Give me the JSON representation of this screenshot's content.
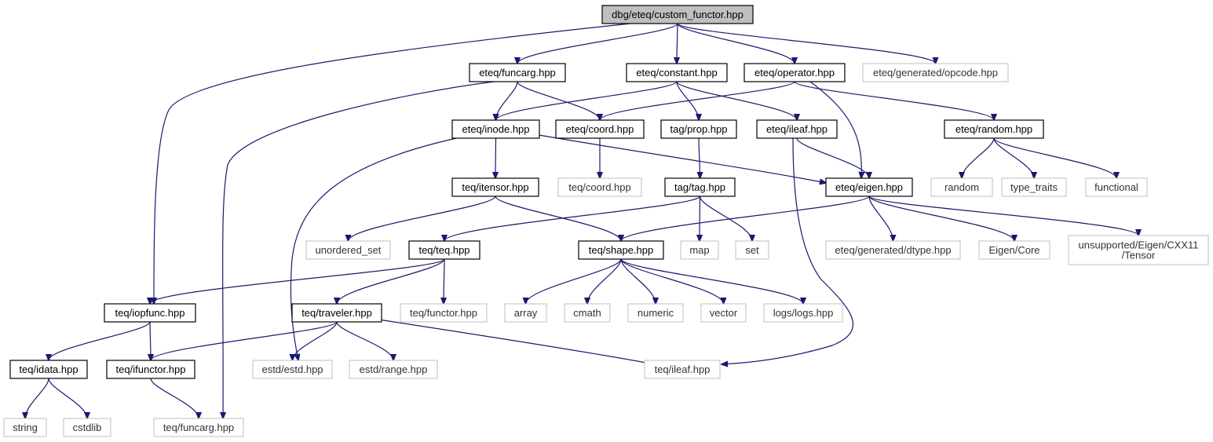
{
  "colors": {
    "edge": "#191970",
    "node_border": "#000000",
    "external_border": "#bfbfbf",
    "root_fill": "#bfbfbf",
    "background": "#ffffff"
  },
  "nodes": [
    {
      "id": "root",
      "label": "dbg/eteq/custom_functor.hpp",
      "kind": "root"
    },
    {
      "id": "funcarg",
      "label": "eteq/funcarg.hpp",
      "kind": "internal"
    },
    {
      "id": "constant",
      "label": "eteq/constant.hpp",
      "kind": "internal"
    },
    {
      "id": "operator",
      "label": "eteq/operator.hpp",
      "kind": "internal"
    },
    {
      "id": "opcode",
      "label": "eteq/generated/opcode.hpp",
      "kind": "external"
    },
    {
      "id": "inode",
      "label": "eteq/inode.hpp",
      "kind": "internal"
    },
    {
      "id": "coord",
      "label": "eteq/coord.hpp",
      "kind": "internal"
    },
    {
      "id": "prop",
      "label": "tag/prop.hpp",
      "kind": "internal"
    },
    {
      "id": "ileaf",
      "label": "eteq/ileaf.hpp",
      "kind": "internal"
    },
    {
      "id": "random_hpp",
      "label": "eteq/random.hpp",
      "kind": "internal"
    },
    {
      "id": "teq_coord",
      "label": "teq/coord.hpp",
      "kind": "external"
    },
    {
      "id": "itensor",
      "label": "teq/itensor.hpp",
      "kind": "internal"
    },
    {
      "id": "tag",
      "label": "tag/tag.hpp",
      "kind": "internal"
    },
    {
      "id": "eigen",
      "label": "eteq/eigen.hpp",
      "kind": "internal"
    },
    {
      "id": "random",
      "label": "random",
      "kind": "external"
    },
    {
      "id": "type_traits",
      "label": "type_traits",
      "kind": "external"
    },
    {
      "id": "functional",
      "label": "functional",
      "kind": "external"
    },
    {
      "id": "unordered_set",
      "label": "unordered_set",
      "kind": "external"
    },
    {
      "id": "teq",
      "label": "teq/teq.hpp",
      "kind": "internal"
    },
    {
      "id": "shape",
      "label": "teq/shape.hpp",
      "kind": "internal"
    },
    {
      "id": "map",
      "label": "map",
      "kind": "external"
    },
    {
      "id": "set",
      "label": "set",
      "kind": "external"
    },
    {
      "id": "dtype",
      "label": "eteq/generated/dtype.hpp",
      "kind": "external"
    },
    {
      "id": "eigencore",
      "label": "Eigen/Core",
      "kind": "external"
    },
    {
      "id": "tensor",
      "label": "unsupported/Eigen/CXX11\n/Tensor",
      "kind": "external"
    },
    {
      "id": "iopfunc",
      "label": "teq/iopfunc.hpp",
      "kind": "internal"
    },
    {
      "id": "traveler",
      "label": "teq/traveler.hpp",
      "kind": "internal"
    },
    {
      "id": "teq_functor",
      "label": "teq/functor.hpp",
      "kind": "external"
    },
    {
      "id": "array",
      "label": "array",
      "kind": "external"
    },
    {
      "id": "cmath",
      "label": "cmath",
      "kind": "external"
    },
    {
      "id": "numeric",
      "label": "numeric",
      "kind": "external"
    },
    {
      "id": "vector",
      "label": "vector",
      "kind": "external"
    },
    {
      "id": "logs",
      "label": "logs/logs.hpp",
      "kind": "external"
    },
    {
      "id": "idata",
      "label": "teq/idata.hpp",
      "kind": "internal"
    },
    {
      "id": "ifunctor",
      "label": "teq/ifunctor.hpp",
      "kind": "internal"
    },
    {
      "id": "estd",
      "label": "estd/estd.hpp",
      "kind": "external"
    },
    {
      "id": "range",
      "label": "estd/range.hpp",
      "kind": "external"
    },
    {
      "id": "teq_ileaf",
      "label": "teq/ileaf.hpp",
      "kind": "external"
    },
    {
      "id": "string",
      "label": "string",
      "kind": "external"
    },
    {
      "id": "cstdlib",
      "label": "cstdlib",
      "kind": "external"
    },
    {
      "id": "teq_funcarg",
      "label": "teq/funcarg.hpp",
      "kind": "external"
    }
  ],
  "edges": [
    [
      "root",
      "funcarg"
    ],
    [
      "root",
      "constant"
    ],
    [
      "root",
      "operator"
    ],
    [
      "root",
      "opcode"
    ],
    [
      "root",
      "iopfunc"
    ],
    [
      "funcarg",
      "inode"
    ],
    [
      "funcarg",
      "coord"
    ],
    [
      "funcarg",
      "teq_funcarg"
    ],
    [
      "constant",
      "inode"
    ],
    [
      "constant",
      "prop"
    ],
    [
      "constant",
      "ileaf"
    ],
    [
      "operator",
      "coord"
    ],
    [
      "operator",
      "eigen"
    ],
    [
      "operator",
      "random_hpp"
    ],
    [
      "inode",
      "itensor"
    ],
    [
      "inode",
      "eigen"
    ],
    [
      "inode",
      "estd"
    ],
    [
      "coord",
      "teq_coord"
    ],
    [
      "prop",
      "tag"
    ],
    [
      "ileaf",
      "eigen"
    ],
    [
      "ileaf",
      "teq_ileaf"
    ],
    [
      "random_hpp",
      "random"
    ],
    [
      "random_hpp",
      "type_traits"
    ],
    [
      "random_hpp",
      "functional"
    ],
    [
      "itensor",
      "unordered_set"
    ],
    [
      "itensor",
      "shape"
    ],
    [
      "tag",
      "teq"
    ],
    [
      "tag",
      "map"
    ],
    [
      "tag",
      "set"
    ],
    [
      "eigen",
      "shape"
    ],
    [
      "eigen",
      "dtype"
    ],
    [
      "eigen",
      "eigencore"
    ],
    [
      "eigen",
      "tensor"
    ],
    [
      "teq",
      "iopfunc"
    ],
    [
      "teq",
      "traveler"
    ],
    [
      "teq",
      "teq_functor"
    ],
    [
      "shape",
      "array"
    ],
    [
      "shape",
      "cmath"
    ],
    [
      "shape",
      "numeric"
    ],
    [
      "shape",
      "vector"
    ],
    [
      "shape",
      "logs"
    ],
    [
      "iopfunc",
      "idata"
    ],
    [
      "iopfunc",
      "ifunctor"
    ],
    [
      "traveler",
      "ifunctor"
    ],
    [
      "traveler",
      "estd"
    ],
    [
      "traveler",
      "range"
    ],
    [
      "traveler",
      "teq_ileaf"
    ],
    [
      "idata",
      "string"
    ],
    [
      "idata",
      "cstdlib"
    ],
    [
      "ifunctor",
      "teq_funcarg"
    ]
  ]
}
